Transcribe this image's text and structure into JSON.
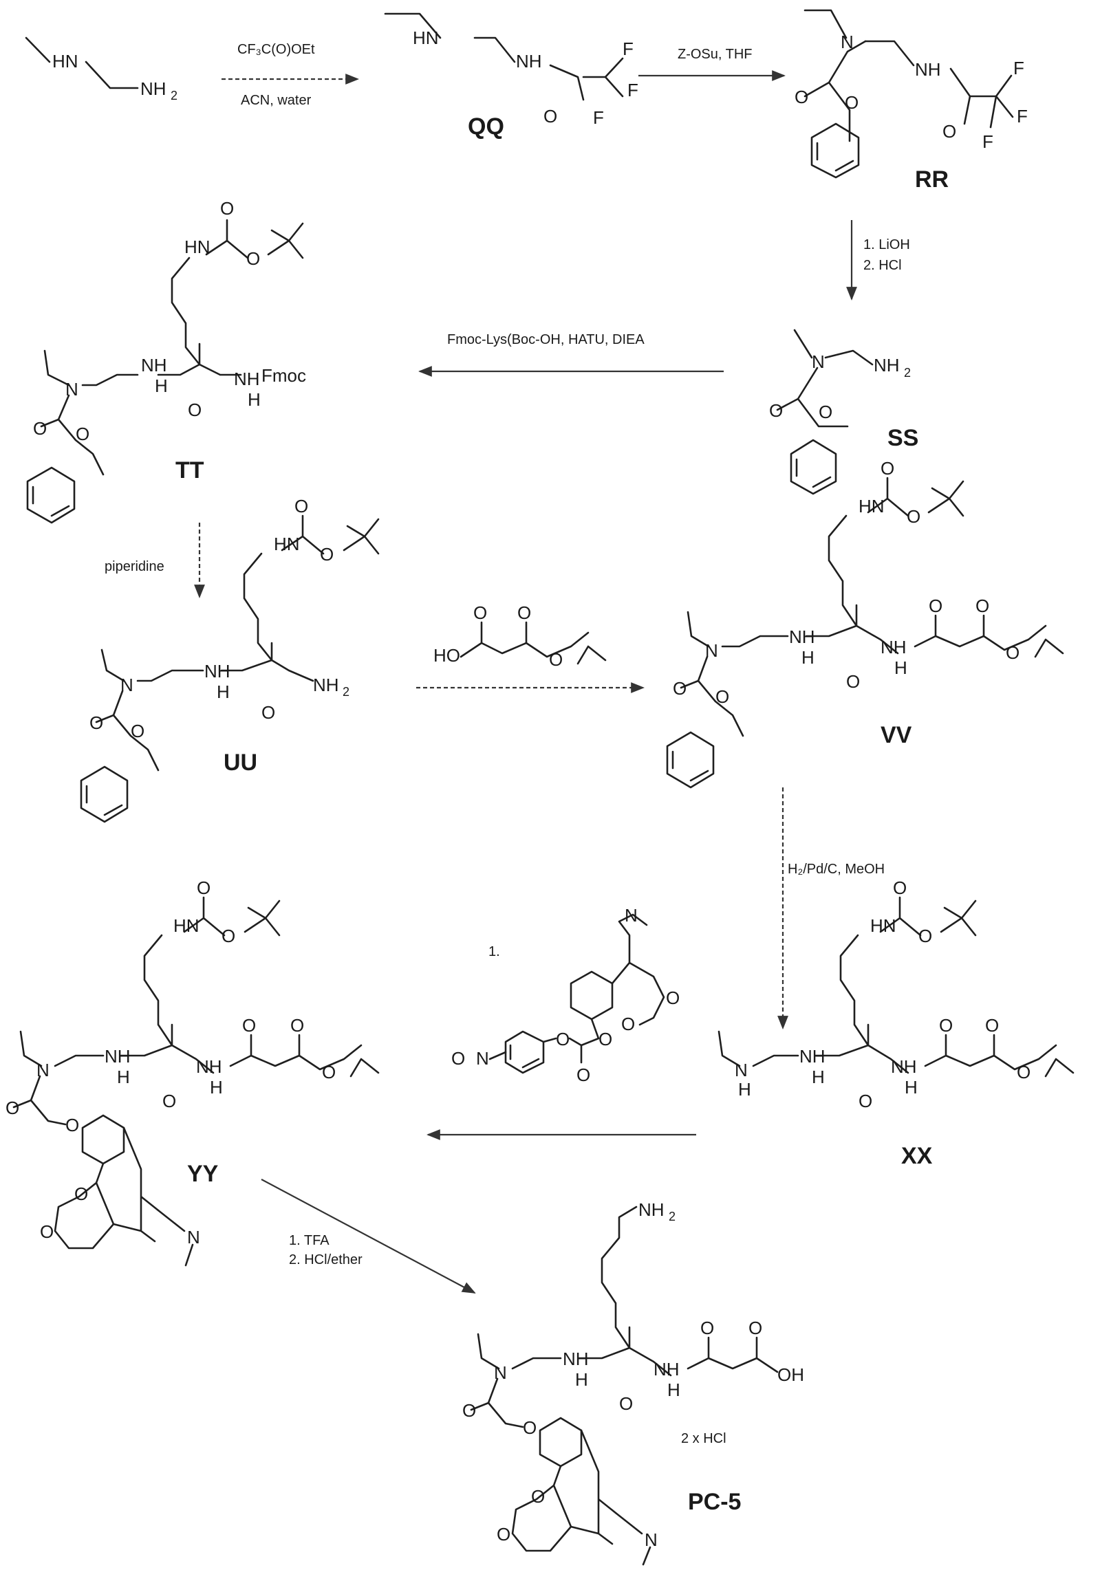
{
  "compounds": {
    "QQ": "QQ",
    "RR": "RR",
    "SS": "SS",
    "TT": "TT",
    "UU": "UU",
    "VV": "VV",
    "XX": "XX",
    "YY": "YY",
    "PC5": "PC-5"
  },
  "conditions": {
    "step1_top": "CF₃C(O)OEt",
    "step1_bottom": "ACN, water",
    "step2": "Z-OSu, THF",
    "step3_line1": "1. LiOH",
    "step3_line2": "2. HCl",
    "step4": "Fmoc-Lys(Boc-OH, HATU, DIEA",
    "step5": "piperidine",
    "step7": "H₂/Pd/C, MeOH",
    "step8_num": "1.",
    "step9_line1": "1. TFA",
    "step9_line2": "2. HCl/ether",
    "salt": "2 x HCl"
  },
  "atoms": {
    "HN": "HN",
    "NH": "NH",
    "NH2": "NH",
    "sub2": "2",
    "O": "O",
    "F": "F",
    "N": "N",
    "H": "H",
    "Fmoc": "Fmoc",
    "HO": "HO",
    "OH": "OH",
    "O2N": "O",
    "NO2N": "N"
  }
}
